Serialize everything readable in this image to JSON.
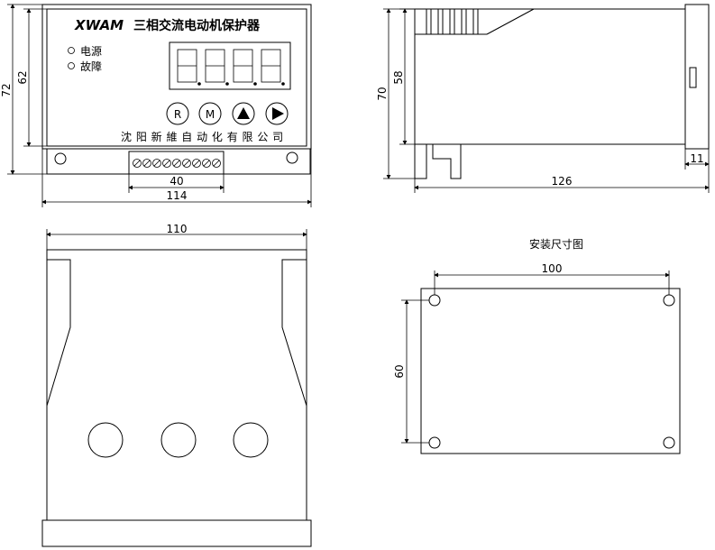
{
  "front_view": {
    "brand": "XWAM",
    "product_name": "三相交流电动机保护器",
    "indicators": [
      "电源",
      "故障"
    ],
    "buttons": [
      "R",
      "M",
      "▲",
      "▶"
    ],
    "company": "沈 阳 新 維 自 动 化 有 限 公 司",
    "dims": {
      "height_outer": "72",
      "height_panel": "62",
      "width_terminals": "40",
      "width_total": "114"
    }
  },
  "side_view": {
    "dims": {
      "height_outer": "70",
      "height_inner": "58",
      "depth": "126",
      "flange": "11"
    }
  },
  "top_view": {
    "dims": {
      "width": "110"
    }
  },
  "mounting": {
    "title": "安装尺寸图",
    "dims": {
      "horizontal": "100",
      "vertical": "60"
    }
  }
}
